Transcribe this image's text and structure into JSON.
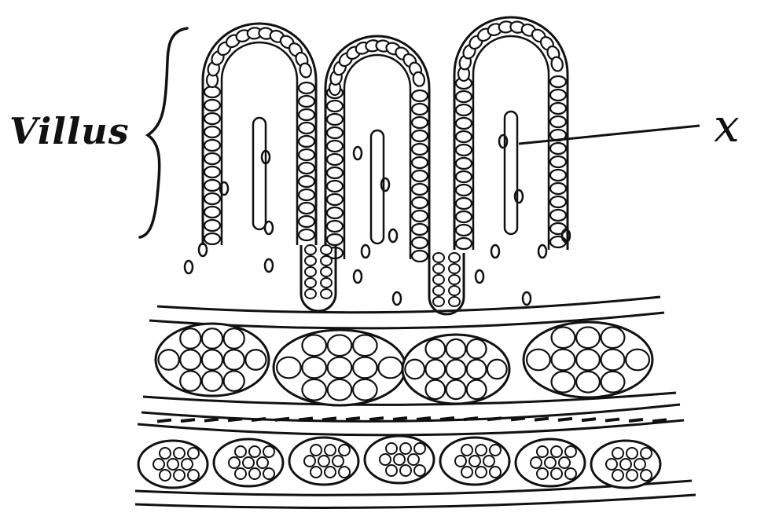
{
  "labels": {
    "villus": "Villus",
    "x": "x"
  },
  "colors": {
    "ink": "#111111",
    "paper": "#ffffff"
  },
  "structures": {
    "villi": 3,
    "upper_muscle_bundles": 4,
    "lower_muscle_bundles": 7
  }
}
